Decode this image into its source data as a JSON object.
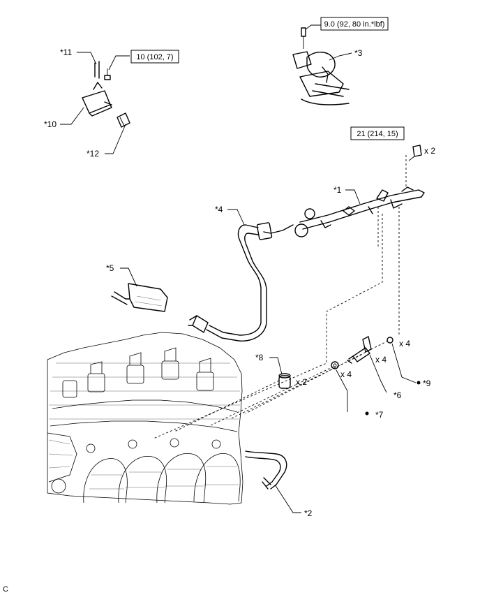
{
  "diagram": {
    "callouts": {
      "c1": "*1",
      "c2": "*2",
      "c3": "*3",
      "c4": "*4",
      "c5": "*5",
      "c6": "*6",
      "c7": "*7",
      "c8": "*8",
      "c9": "*9",
      "c10": "*10",
      "c11": "*11",
      "c12": "*12"
    },
    "torque": {
      "t1": "9.0 (92, 80 in.*lbf)",
      "t2": "10 (102, 7)",
      "t3": "21 (214, 15)"
    },
    "quantities": {
      "bolt": "x 2",
      "o_ring": "x 4",
      "injector": "x 4",
      "insulator": "x 4",
      "spacer": "x 2"
    },
    "corner_mark": "C"
  }
}
